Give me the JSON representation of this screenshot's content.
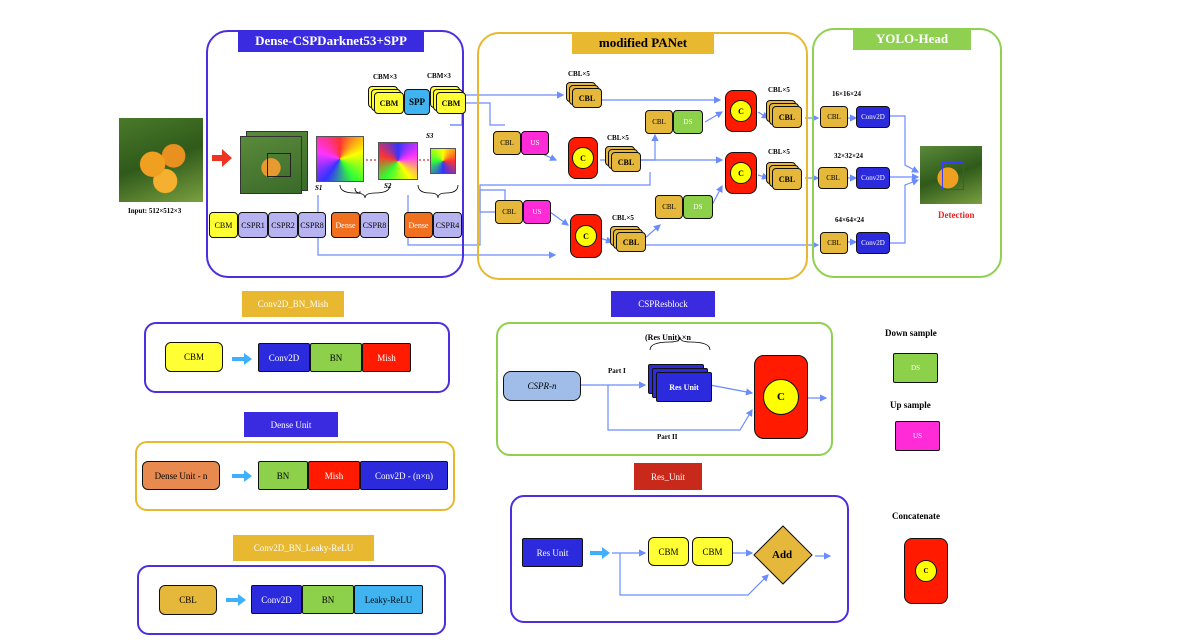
{
  "backbone": {
    "title": "Dense-CSPDarknet53+SPP",
    "input_label": "Input: 512×512×3",
    "cbm3_a": "CBM×3",
    "cbm3_b": "CBM×3",
    "cbm": "CBM",
    "spp": "SPP",
    "s3": "S3",
    "s1": "S1",
    "s2": "S2",
    "blocks": [
      "CBM",
      "CSPR1",
      "CSPR2",
      "CSPR8"
    ],
    "dense_a": "Dense",
    "cspr8": "CSPR8",
    "dense_b": "Dense",
    "cspr4": "CSPR4"
  },
  "neck": {
    "title": "modified PANet",
    "cblx5": "CBL×5",
    "cbl": "CBL",
    "us": "US",
    "ds": "DS",
    "c": "C"
  },
  "head": {
    "title": "YOLO-Head",
    "dims": [
      "16×16×24",
      "32×32×24",
      "64×64×24"
    ],
    "cbl": "CBL",
    "conv2d": "Conv2D",
    "detection": "Detection"
  },
  "cbm_module": {
    "title": "Conv2D_BN_Mish",
    "input": "CBM",
    "parts": [
      "Conv2D",
      "BN",
      "Mish"
    ]
  },
  "dense_module": {
    "title": "Dense Unit",
    "input": "Dense Unit - n",
    "parts": [
      "BN",
      "Mish",
      "Conv2D - (n×n)"
    ]
  },
  "cbl_module": {
    "title": "Conv2D_BN_Leaky-ReLU",
    "input": "CBL",
    "parts": [
      "Conv2D",
      "BN",
      "Leaky-ReLU"
    ]
  },
  "cspres": {
    "title": "CSPResblock",
    "input": "CSPR-n",
    "res_unit_n": "(Res Unit) ×n",
    "part1": "Part I",
    "part2": "Part II",
    "res_unit": "Res Unit",
    "c": "C"
  },
  "resunit": {
    "title": "Res_Unit",
    "input": "Res Unit",
    "cbm_a": "CBM",
    "cbm_b": "CBM",
    "add": "Add"
  },
  "legend": {
    "down_title": "Down sample",
    "ds": "DS",
    "up_title": "Up sample",
    "us": "US",
    "concat_title": "Concatenate",
    "c": "C"
  },
  "colors": {
    "blue_frame": "#4a2fe0",
    "gold_frame": "#e8b830",
    "green_frame": "#8fd050",
    "yellow": "#ffff33",
    "gold_block": "#e5b73b",
    "red": "#ff1a00",
    "blue_block": "#2b2bdd",
    "green_block": "#8dd04a",
    "magenta": "#ff2bd6",
    "lavender": "#b7b3f0",
    "orange": "#f07020",
    "arrow": "#6a8cff"
  }
}
